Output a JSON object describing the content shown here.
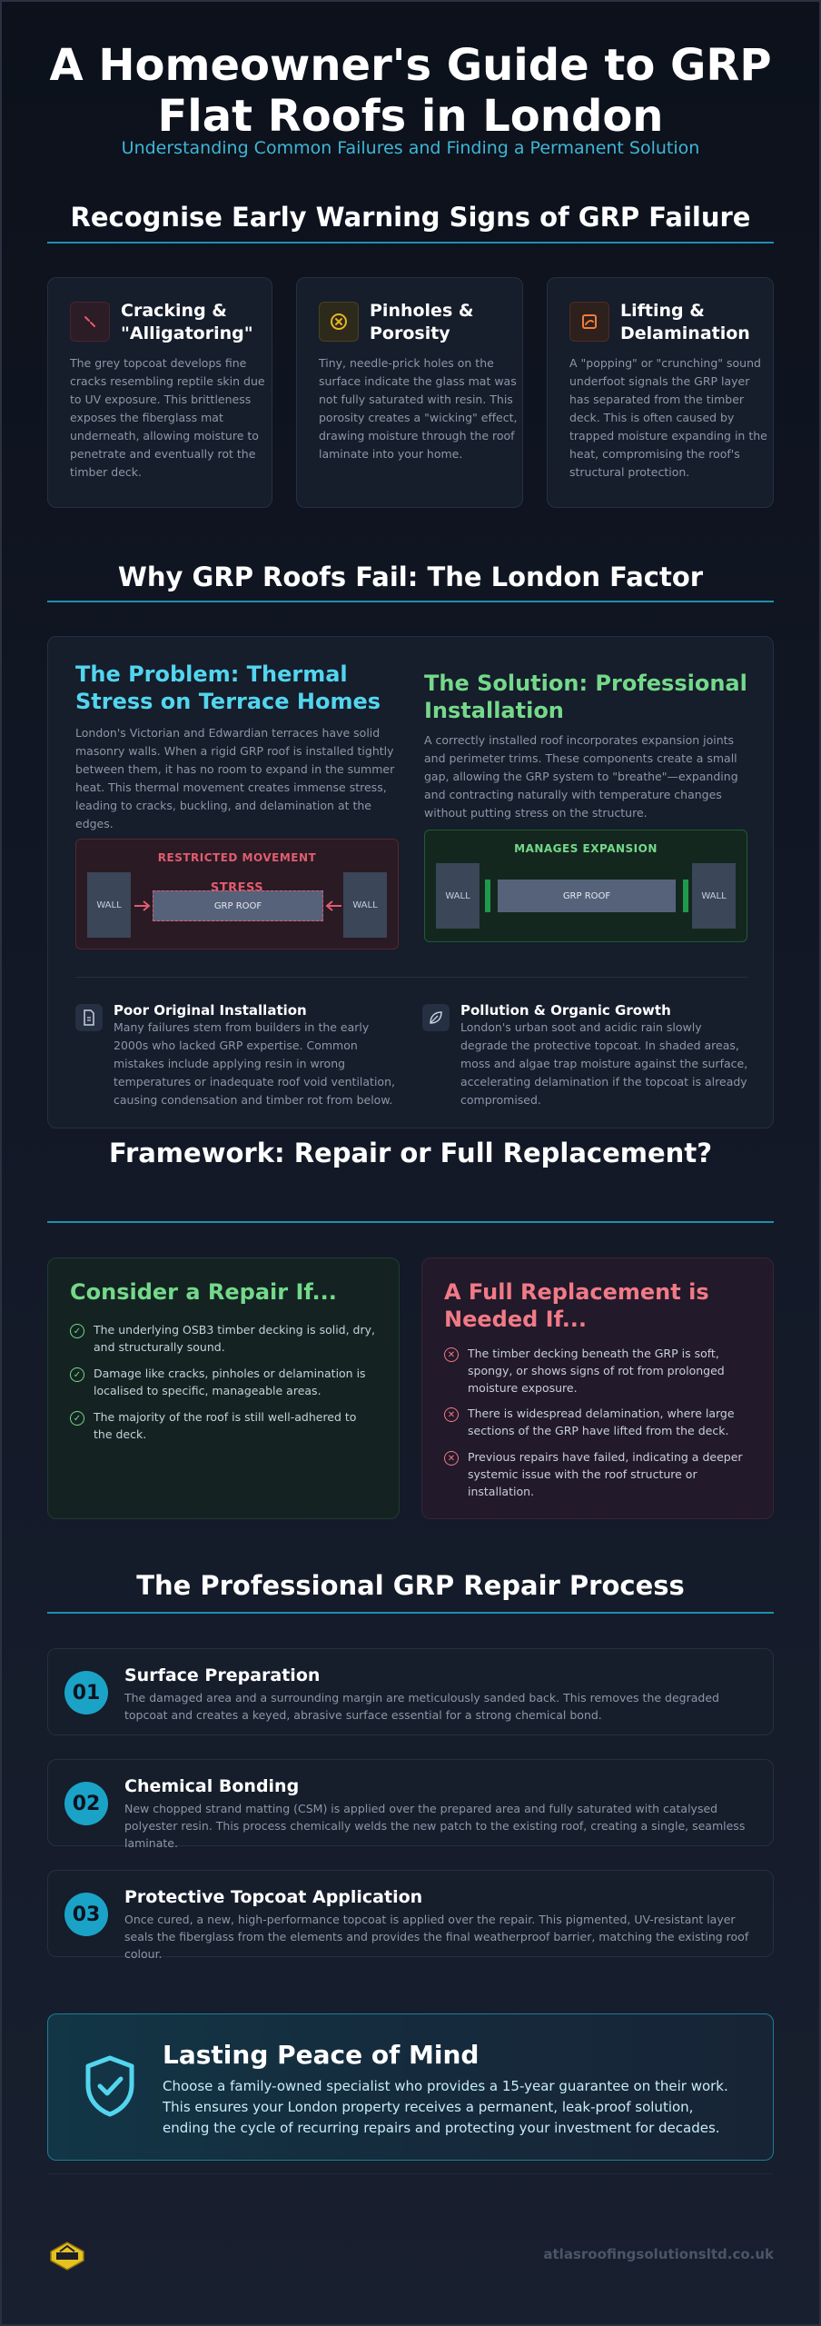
{
  "hero": {
    "title_line1": "A Homeowner's Guide to GRP",
    "title_line2": "Flat Roofs in London",
    "subtitle": "Understanding Common Failures and Finding a Permanent Solution"
  },
  "signs": {
    "title": "Recognise Early Warning Signs of GRP Failure",
    "items": [
      {
        "icon": "cracking-icon",
        "title": "Cracking & \"Alligatoring\"",
        "body": "The grey topcoat develops fine cracks resembling reptile skin due to UV exposure. This brittleness exposes the fiberglass mat underneath, allowing moisture to penetrate and eventually rot the timber deck.",
        "color": "#e05d6f"
      },
      {
        "icon": "pinhole-icon",
        "title": "Pinholes & Porosity",
        "body": "Tiny, needle-prick holes on the surface indicate the glass mat was not fully saturated with resin. This porosity creates a \"wicking\" effect, drawing moisture through the roof laminate into your home.",
        "color": "#e6b422"
      },
      {
        "icon": "lifting-icon",
        "title": "Lifting & Delamination",
        "body": "A \"popping\" or \"crunching\" sound underfoot signals the GRP layer has separated from the timber deck. This is often caused by trapped moisture expanding in the heat, compromising the roof's structural protection.",
        "color": "#ef7d3c"
      }
    ]
  },
  "why": {
    "title": "Why GRP Roofs Fail: The London Factor",
    "problem": {
      "title": "The Problem: Thermal Stress on Terrace Homes",
      "body": "London's Victorian and Edwardian terraces have solid masonry walls. When a rigid GRP roof is installed tightly between them, it has no room to expand in the summer heat. This thermal movement creates immense stress, leading to cracks, buckling, and delamination at the edges.",
      "diagram_label": "RESTRICTED MOVEMENT",
      "stress_label": "STRESS",
      "wall_label": "WALL",
      "roof_label": "GRP ROOF"
    },
    "solution": {
      "title": "The Solution: Professional Installation",
      "body": "A correctly installed roof incorporates expansion joints and perimeter trims. These components create a small gap, allowing the GRP system to \"breathe\"—expanding and contracting naturally with temperature changes without putting stress on the structure.",
      "diagram_label": "MANAGES EXPANSION",
      "wall_label": "WALL",
      "roof_label": "GRP ROOF"
    },
    "factors": [
      {
        "icon": "document-icon",
        "title": "Poor Original Installation",
        "body": "Many failures stem from builders in the early 2000s who lacked GRP expertise. Common mistakes include applying resin in wrong temperatures or inadequate roof void ventilation, causing condensation and timber rot from below."
      },
      {
        "icon": "leaf-icon",
        "title": "Pollution & Organic Growth",
        "body": "London's urban soot and acidic rain slowly degrade the protective topcoat. In shaded areas, moss and algae trap moisture against the surface, accelerating delamination if the topcoat is already compromised."
      }
    ]
  },
  "framework": {
    "title": "Framework: Repair or Full Replacement?",
    "repair": {
      "title": "Consider a Repair If...",
      "items": [
        "The underlying OSB3 timber decking is solid, dry, and structurally sound.",
        "Damage like cracks, pinholes or delamination is localised to specific, manageable areas.",
        "The majority of the roof is still well-adhered to the deck."
      ]
    },
    "replace": {
      "title": "A Full Replacement is Needed If...",
      "items": [
        "The timber decking beneath the GRP is soft, spongy, or shows signs of rot from prolonged moisture exposure.",
        "There is widespread delamination, where large sections of the GRP have lifted from the deck.",
        "Previous repairs have failed, indicating a deeper systemic issue with the roof structure or installation."
      ]
    }
  },
  "process": {
    "title": "The Professional GRP Repair Process",
    "steps": [
      {
        "num": "01",
        "title": "Surface Preparation",
        "body": "The damaged area and a surrounding margin are meticulously sanded back. This removes the degraded topcoat and creates a keyed, abrasive surface essential for a strong chemical bond."
      },
      {
        "num": "02",
        "title": "Chemical Bonding",
        "body": "New chopped strand matting (CSM) is applied over the prepared area and fully saturated with catalysed polyester resin. This process chemically welds the new patch to the existing roof, creating a single, seamless laminate."
      },
      {
        "num": "03",
        "title": "Protective Topcoat Application",
        "body": "Once cured, a new, high-performance topcoat is applied over the repair. This pigmented, UV-resistant layer seals the fiberglass from the elements and provides the final weatherproof barrier, matching the existing roof colour."
      }
    ]
  },
  "peace": {
    "icon": "shield-check-icon",
    "title": "Lasting Peace of Mind",
    "body": "Choose a family-owned specialist who provides a 15-year guarantee on their work. This ensures your London property receives a permanent, leak-proof solution, ending the cycle of recurring repairs and protecting your investment for decades."
  },
  "footer": {
    "logo_icon": "atlas-logo-icon",
    "site": "atlasroofingsolutionsltd.co.uk"
  },
  "colors": {
    "accent": "#1aa3c7",
    "problem": "#53d5ee",
    "solution": "#74d98a",
    "repair": "#74d98a",
    "replace": "#f07a86"
  }
}
